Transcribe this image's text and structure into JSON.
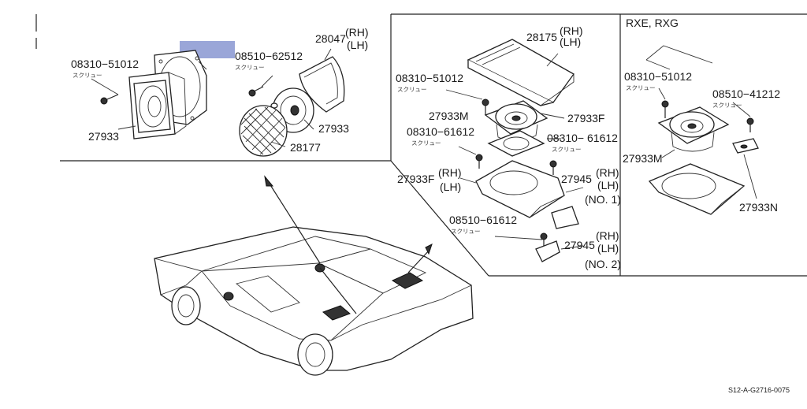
{
  "header": {
    "highlight_color": "#9aa6d8"
  },
  "section_label": "RXE, RXG",
  "parts": {
    "p_0831051012_a": "08310−51012",
    "p_27933_a": "27933",
    "p_0851062512": "08510−62512",
    "p_28047": "28047",
    "p_28047_rh": "(RH)",
    "p_28047_lh": "(LH)",
    "p_27933_b": "27933",
    "p_28177": "28177",
    "p_28175": "28175",
    "p_28175_rh": "(RH)",
    "p_28175_lh": "(LH)",
    "p_0831051012_b": "08310−51012",
    "p_27933m_a": "27933M",
    "p_27933f_a": "27933F",
    "p_0831061612_a": "08310−61612",
    "p_0831061612_b": "08310− 61612",
    "p_27933f_b": "27933F",
    "p_27933f_b_rh": "(RH)",
    "p_27933f_b_lh": "(LH)",
    "p_27945_a": "27945",
    "p_27945_a_rh": "(RH)",
    "p_27945_a_lh": "(LH)",
    "p_27945_a_no": "(NO. 1)",
    "p_0851061612": "08510−61612",
    "p_27945_b": "27945",
    "p_27945_b_rh": "(RH)",
    "p_27945_b_lh": "(LH)",
    "p_27945_b_no": "(NO. 2)",
    "p_0831051012_c": "08310−51012",
    "p_0851041212": "08510−41212",
    "p_27933m_b": "27933M",
    "p_27933n": "27933N"
  },
  "screw_note": "スクリュー",
  "diagram_code": "S12-A-G2716-0075"
}
